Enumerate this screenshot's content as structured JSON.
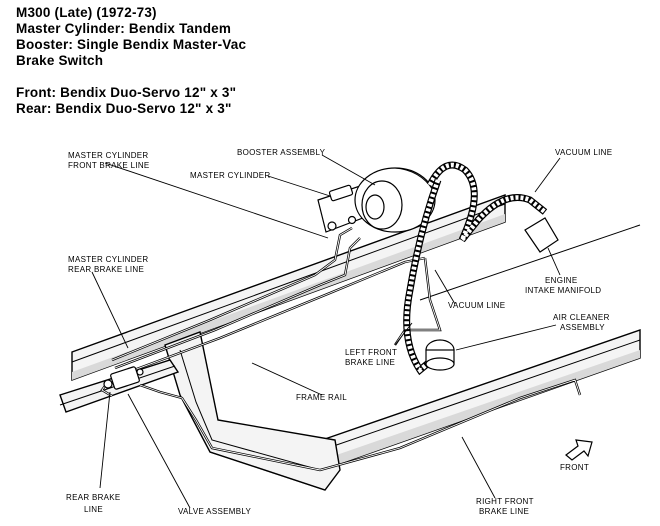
{
  "spec": {
    "title": "M300 (Late)  (1972-73)",
    "master_cylinder": "Master Cylinder: Bendix Tandem",
    "booster": "Booster: Single Bendix Master-Vac",
    "switch": "Brake Switch",
    "front": "Front: Bendix Duo-Servo 12\" x 3\"",
    "rear": "Rear: Bendix Duo-Servo 12\" x 3\""
  },
  "labels": {
    "mc_front_line_1": "MASTER CYLINDER",
    "mc_front_line_2": "FRONT BRAKE LINE",
    "booster_assembly": "BOOSTER ASSEMBLY",
    "master_cylinder": "MASTER CYLINDER",
    "vacuum_line_top": "VACUUM LINE",
    "mc_rear_line_1": "MASTER CYLINDER",
    "mc_rear_line_2": "REAR BRAKE LINE",
    "engine_manifold_1": "ENGINE",
    "engine_manifold_2": "INTAKE MANIFOLD",
    "vacuum_line_mid": "VACUUM LINE",
    "air_cleaner_1": "AIR CLEANER",
    "air_cleaner_2": "ASSEMBLY",
    "left_front_1": "LEFT FRONT",
    "left_front_2": "BRAKE LINE",
    "frame_rail": "FRAME RAIL",
    "front": "FRONT",
    "rear_brake_1": "REAR BRAKE",
    "rear_brake_2": "LINE",
    "valve_assembly": "VALVE ASSEMBLY",
    "right_front_1": "RIGHT FRONT",
    "right_front_2": "BRAKE LINE"
  }
}
